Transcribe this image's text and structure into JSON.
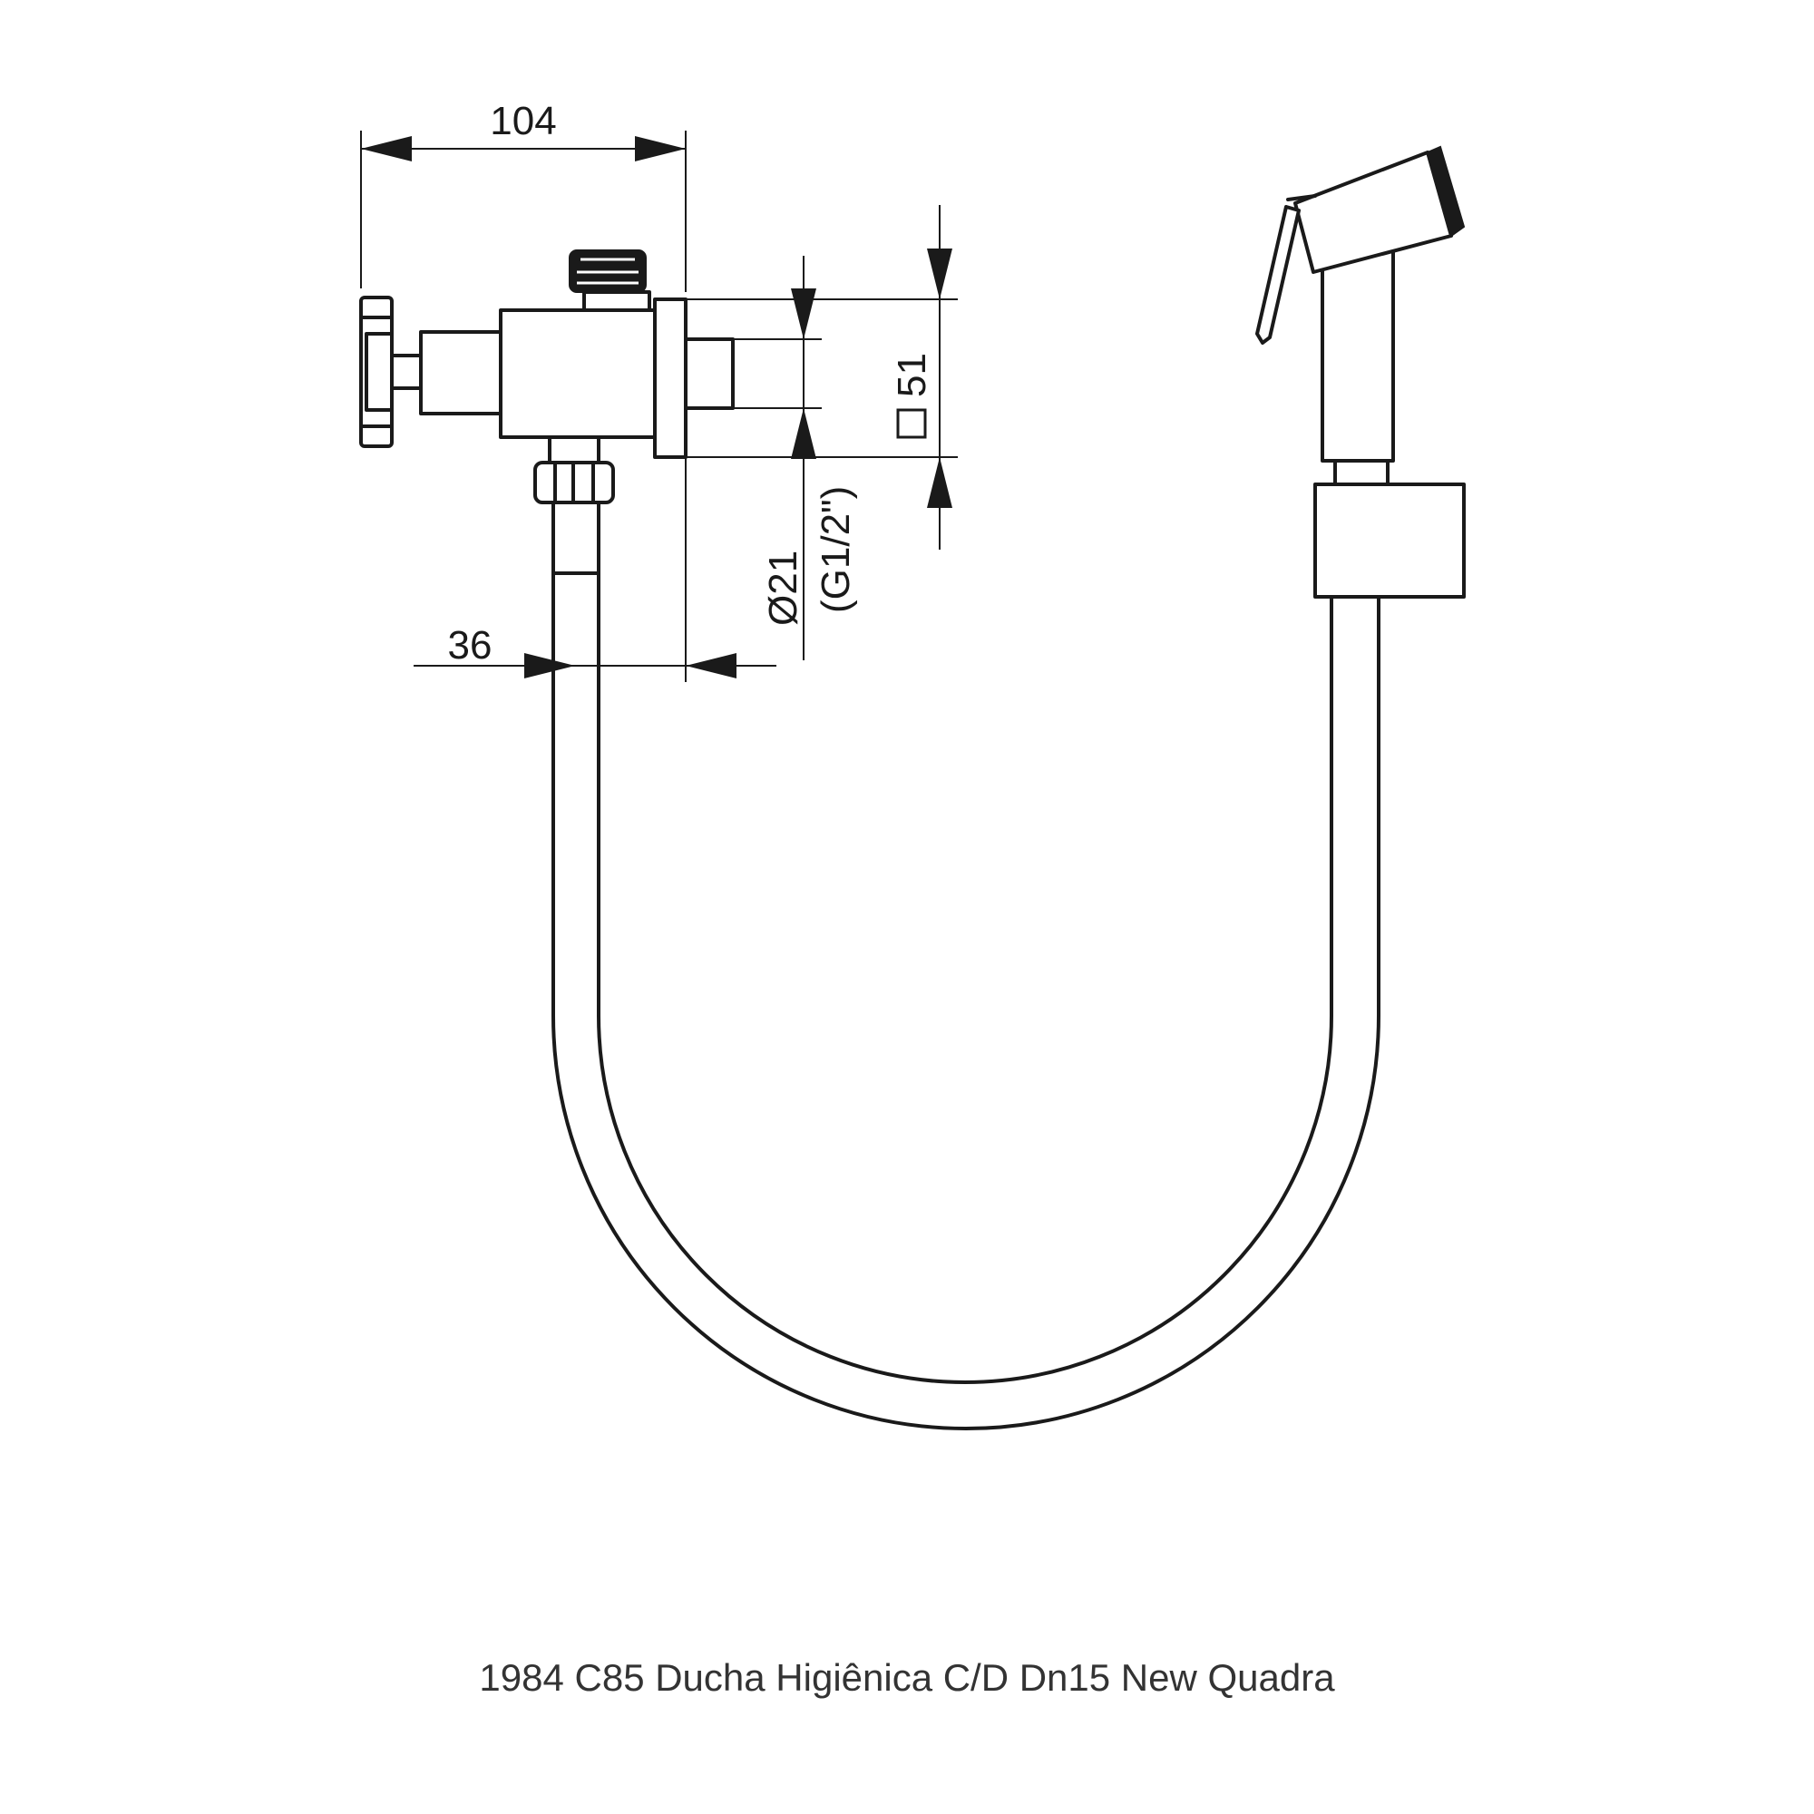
{
  "dimensions": {
    "overall_width": "104",
    "outlet_offset": "36",
    "pipe_diameter": "Ø21",
    "thread_size": "(G1/2\")",
    "flange_square": "51"
  },
  "caption": "1984 C85 Ducha Higiênica C/D Dn15 New Quadra",
  "icons": {
    "square_symbol": "square-icon"
  },
  "colors": {
    "line": "#1a1a1a",
    "caption_text": "#333333",
    "background": "#ffffff"
  }
}
